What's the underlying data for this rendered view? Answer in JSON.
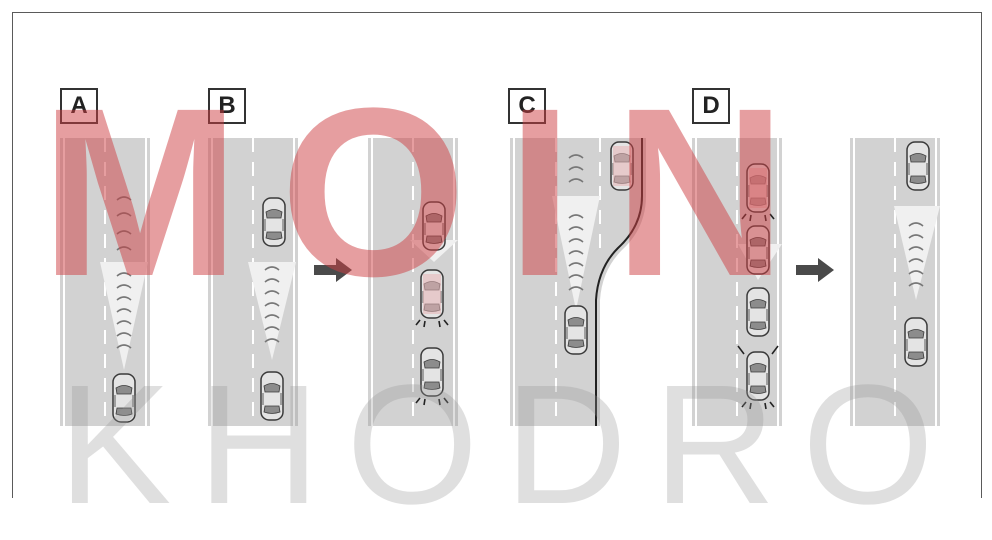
{
  "panels": {
    "a": {
      "label": "A"
    },
    "b": {
      "label": "B"
    },
    "c": {
      "label": "C"
    },
    "d": {
      "label": "D"
    }
  },
  "watermark": {
    "top_text": "MOIN",
    "bottom_text": "KHODRO"
  },
  "colors": {
    "road": "#d2d2d2",
    "lane_marking": "#ffffff",
    "car_body": "#e4e4e4",
    "car_outline": "#3a3a3a",
    "sensor_beam": "#f2f2f2",
    "arrow": "#4a4a4a",
    "watermark_red": "#ce3e42",
    "watermark_gray": "#969696"
  }
}
